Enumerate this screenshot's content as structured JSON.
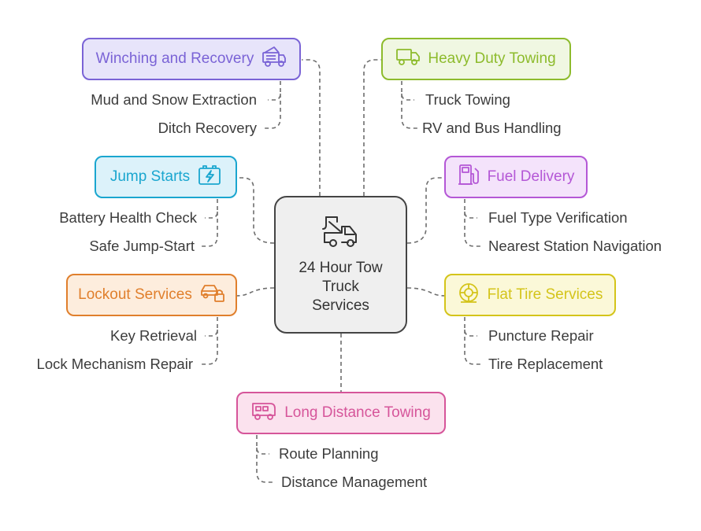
{
  "center": {
    "title_lines": [
      "24 Hour Tow",
      "Truck",
      "Services"
    ],
    "icon": "tow-truck-icon"
  },
  "categories": [
    {
      "id": "winching",
      "label": "Winching and Recovery",
      "icon": "recovery-truck-icon",
      "color": "#7a63d6",
      "bg": "#e7e4fa",
      "items": [
        "Mud and Snow Extraction",
        "Ditch Recovery"
      ]
    },
    {
      "id": "heavy-duty",
      "label": "Heavy Duty Towing",
      "icon": "truck-icon",
      "color": "#8dbb2c",
      "bg": "#f0f7e2",
      "items": [
        "Truck Towing",
        "RV and Bus Handling"
      ]
    },
    {
      "id": "jump-starts",
      "label": "Jump Starts",
      "icon": "battery-icon",
      "color": "#1aa6cf",
      "bg": "#dcf2fa",
      "items": [
        "Battery Health Check",
        "Safe Jump-Start"
      ]
    },
    {
      "id": "fuel-delivery",
      "label": "Fuel Delivery",
      "icon": "fuel-pump-icon",
      "color": "#b457d6",
      "bg": "#f4e3fb",
      "items": [
        "Fuel Type Verification",
        "Nearest Station Navigation"
      ]
    },
    {
      "id": "lockout",
      "label": "Lockout Services",
      "icon": "car-lock-icon",
      "color": "#e07f2c",
      "bg": "#fdeddd",
      "items": [
        "Key Retrieval",
        "Lock Mechanism Repair"
      ]
    },
    {
      "id": "flat-tire",
      "label": "Flat Tire Services",
      "icon": "tire-icon",
      "color": "#d4c41a",
      "bg": "#fbf8d8",
      "items": [
        "Puncture Repair",
        "Tire Replacement"
      ]
    },
    {
      "id": "long-distance",
      "label": "Long Distance Towing",
      "icon": "rv-icon",
      "color": "#d6559a",
      "bg": "#fbe2ee",
      "items": [
        "Route Planning",
        "Distance Management"
      ]
    }
  ]
}
